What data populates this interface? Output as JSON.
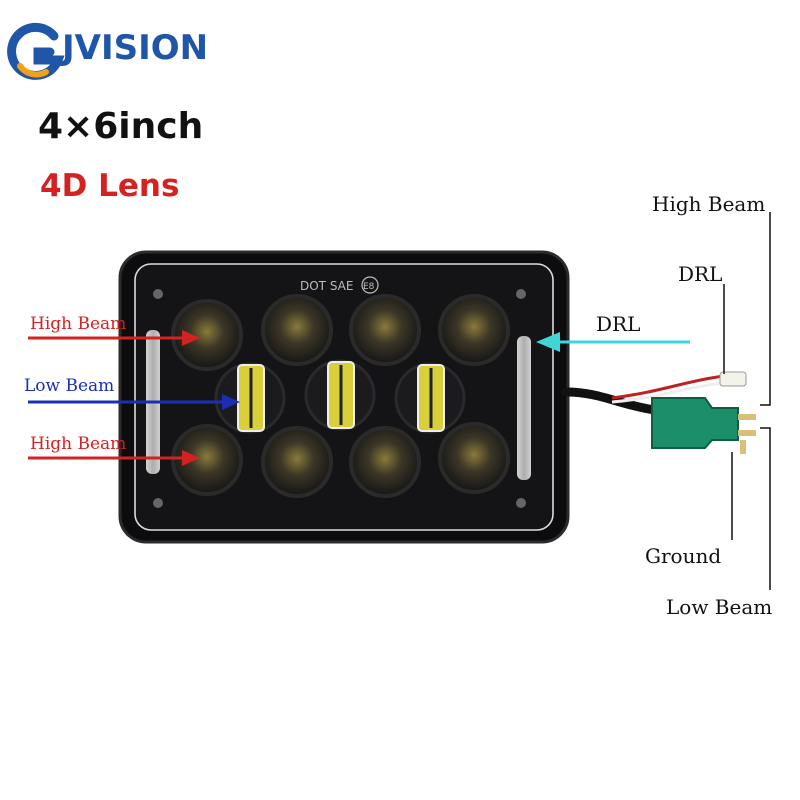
{
  "brand": {
    "name": "JVISION",
    "logo_colors": [
      "#1f56a8",
      "#f3a019"
    ]
  },
  "headline": {
    "size": "4×6inch",
    "lens": "4D Lens"
  },
  "headlight": {
    "marking": "DOT SAE",
    "emark": "E8"
  },
  "left_labels": [
    {
      "text": "High Beam",
      "color": "#d42121"
    },
    {
      "text": "Low Beam",
      "color": "#1b2fb5"
    },
    {
      "text": "High Beam",
      "color": "#d42121"
    }
  ],
  "right_labels": {
    "drl_arrow": "DRL",
    "high_beam": "High Beam",
    "drl": "DRL",
    "ground": "Ground",
    "low_beam": "Low Beam"
  },
  "colors": {
    "drl_arrow": "#3ed6d8",
    "connector": "#1c8f6a",
    "housing": "#0c0c0e"
  }
}
